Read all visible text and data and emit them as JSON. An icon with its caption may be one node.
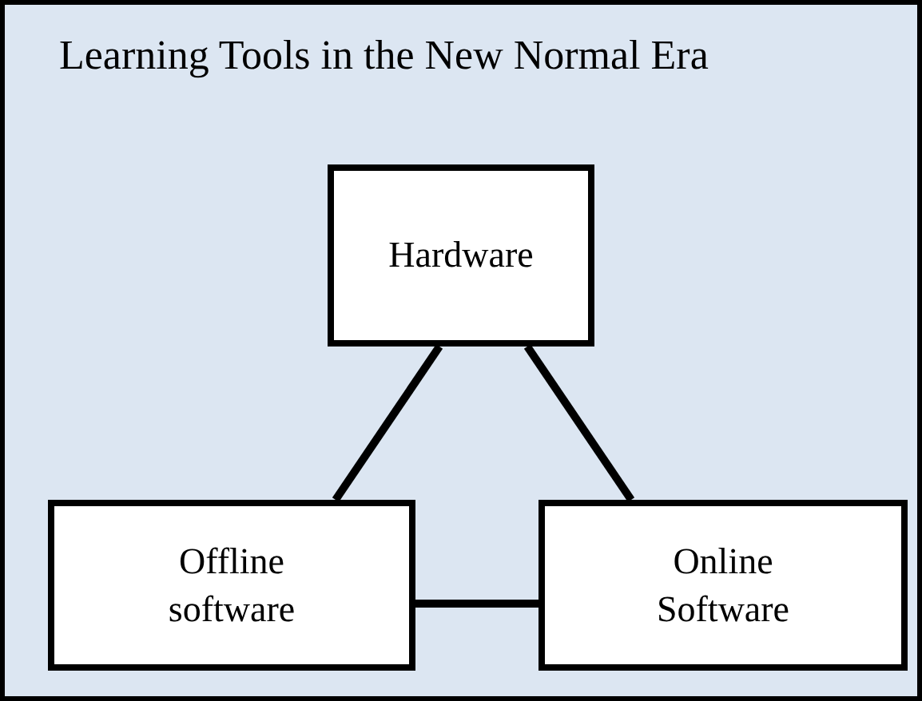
{
  "diagram": {
    "title": "Learning Tools in the New Normal Era",
    "nodes": [
      {
        "text": [
          "Hardware"
        ]
      },
      {
        "text": [
          "Offline software"
        ]
      },
      {
        "text": [
          "Online Software"
        ]
      }
    ],
    "edges": [
      {
        "from": 0,
        "to": 1,
        "arrow": "none"
      },
      {
        "from": 0,
        "to": 2,
        "arrow": "none"
      },
      {
        "from": 1,
        "to": 2,
        "arrow": "none"
      }
    ]
  }
}
